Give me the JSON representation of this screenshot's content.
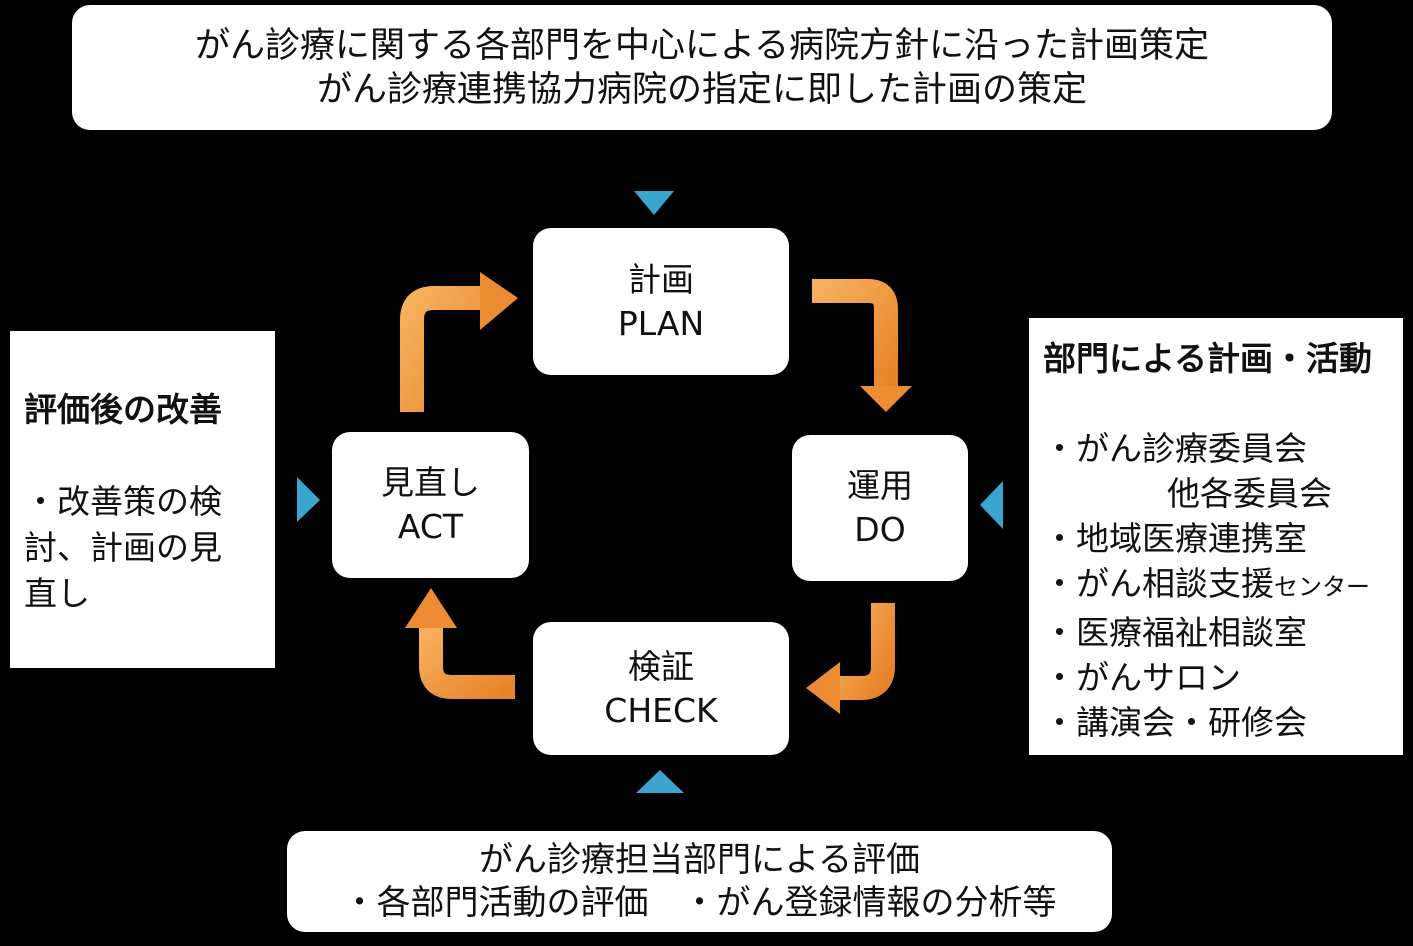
{
  "top_note": {
    "line1": "がん診療に関する各部門を中心による病院方針に沿った計画策定",
    "line2": "がん診療連携協力病院の指定に即した計画の策定"
  },
  "cycle": {
    "plan": {
      "line1": "計画",
      "line2": "PLAN"
    },
    "do": {
      "line1": "運用",
      "line2": "DO"
    },
    "check": {
      "line1": "検証",
      "line2": "CHECK"
    },
    "act": {
      "line1": "見直し",
      "line2": "ACT"
    }
  },
  "left_panel": {
    "heading": "評価後の改善",
    "lines": [
      "・改善策の検",
      "討、計画の見",
      "直し"
    ]
  },
  "right_panel": {
    "heading": "部門による計画・活動",
    "items": {
      "item1": "・がん診療委員会",
      "item1b": "他各委員会",
      "item2": "・地域医療連携室",
      "item3_main": "・がん相談支援",
      "item3_small": "センター",
      "item4": "・医療福祉相談室",
      "item5": "・がんサロン",
      "item6": "・講演会・研修会"
    }
  },
  "bottom_note": {
    "line1": "がん診療担当部門による評価",
    "line2": "・各部門活動の評価　・がん登録情報の分析等"
  },
  "colors": {
    "background": "#000000",
    "box": "#ffffff",
    "cycle_arrow": "#f39a3d",
    "pointer": "#3aa6cf"
  }
}
